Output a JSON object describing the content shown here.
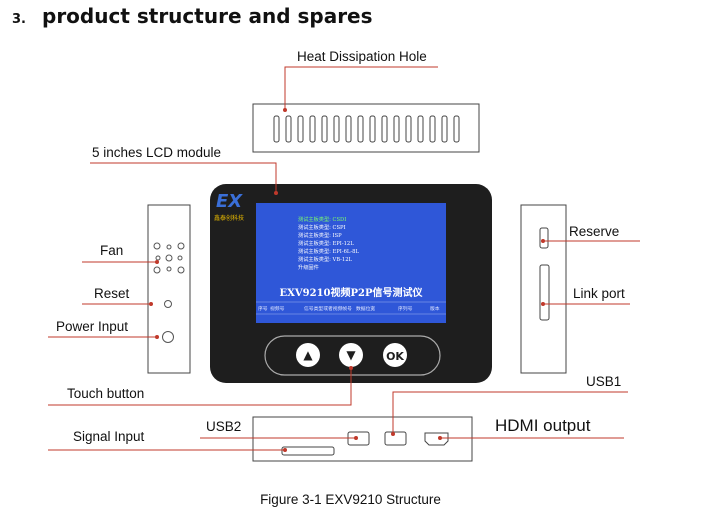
{
  "section": {
    "number": "3.",
    "title": "product structure and spares"
  },
  "labels": {
    "heat_dissipation_hole": "Heat Dissipation Hole",
    "lcd_module": "5 inches LCD module",
    "fan": "Fan",
    "reset": "Reset",
    "power_input": "Power Input",
    "touch_button": "Touch button",
    "signal_input": "Signal Input",
    "usb2": "USB2",
    "usb1": "USB1",
    "hdmi_output": "HDMI output",
    "reserve": "Reserve",
    "link_port": "Link port"
  },
  "device": {
    "logo": "EX",
    "logo_tagline": "鑫泰创科技",
    "buttons": {
      "up": "▲",
      "down": "▼",
      "ok": "OK"
    },
    "lcd": {
      "lines": [
        "测试主板类型: CSDI",
        "测试主板类型: CSPI",
        "测试主板类型: ISP",
        "测试主板类型: EPI-12L",
        "测试主板类型: EPI-6L-8L",
        "测试主板类型: VB-12L",
        "升级固件"
      ],
      "title": "EXV9210视频P2P信号测试仪",
      "footer": [
        "序号",
        "视频号",
        "信号类型或者视频帧号",
        "数据位宽",
        "序列号",
        "版本"
      ]
    }
  },
  "caption": "Figure 3-1 EXV9210 Structure",
  "colors": {
    "leader_line": "#c0392b",
    "bezel": "#1e1e1e",
    "lcd_screen": "#2f57d8",
    "panel_outline": "#444444"
  }
}
